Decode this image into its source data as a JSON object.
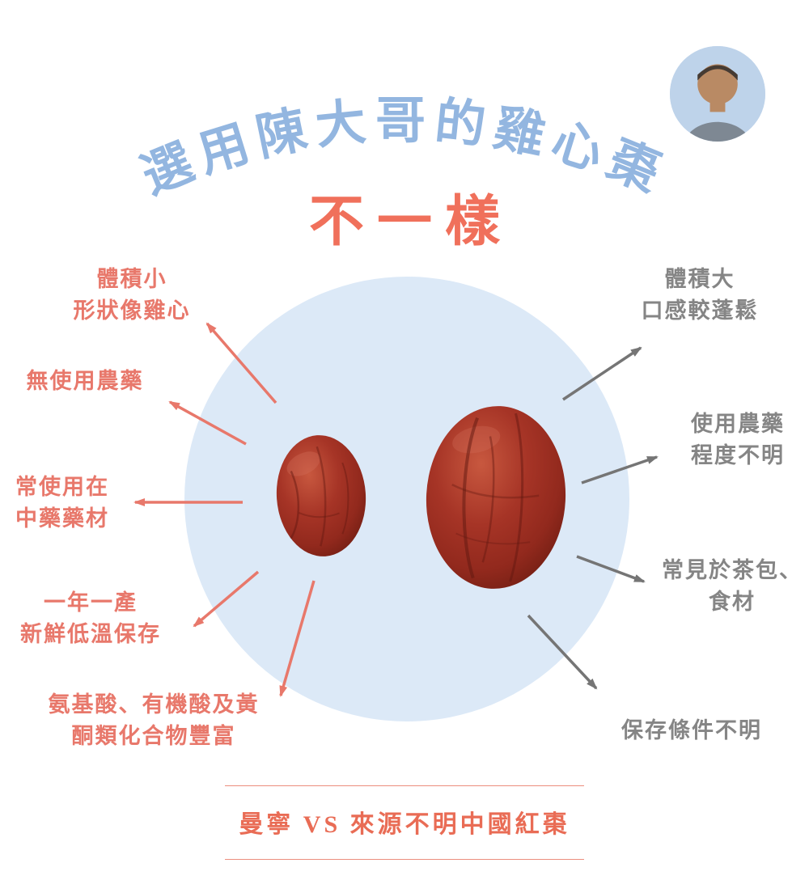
{
  "title": {
    "arched": "選用陳大哥的雞心棗",
    "subtitle": "不一樣"
  },
  "comparison": {
    "left_labels": [
      {
        "text": "體積小\n形狀像雞心"
      },
      {
        "text": "無使用農藥"
      },
      {
        "text": "常使用在\n中藥藥材"
      },
      {
        "text": "一年一產\n新鮮低溫保存"
      },
      {
        "text": "氨基酸、有機酸及黃\n酮類化合物豐富"
      }
    ],
    "right_labels": [
      {
        "text": "體積大\n口感較蓬鬆"
      },
      {
        "text": "使用農藥\n程度不明"
      },
      {
        "text": "常見於茶包、\n食材"
      },
      {
        "text": "保存條件不明"
      }
    ]
  },
  "footer": {
    "text": "曼寧 VS 來源不明中國紅棗"
  },
  "icons": [
    {
      "name": "avatar-photo"
    },
    {
      "name": "jujube-small"
    },
    {
      "name": "jujube-large"
    }
  ],
  "colors": {
    "title_blue": "#93b6e0",
    "accent_coral": "#f0705b",
    "label_red": "#e8786b",
    "label_gray": "#858585",
    "circle_blue": "#dce9f7",
    "jujube_red": "#9b2f23"
  }
}
